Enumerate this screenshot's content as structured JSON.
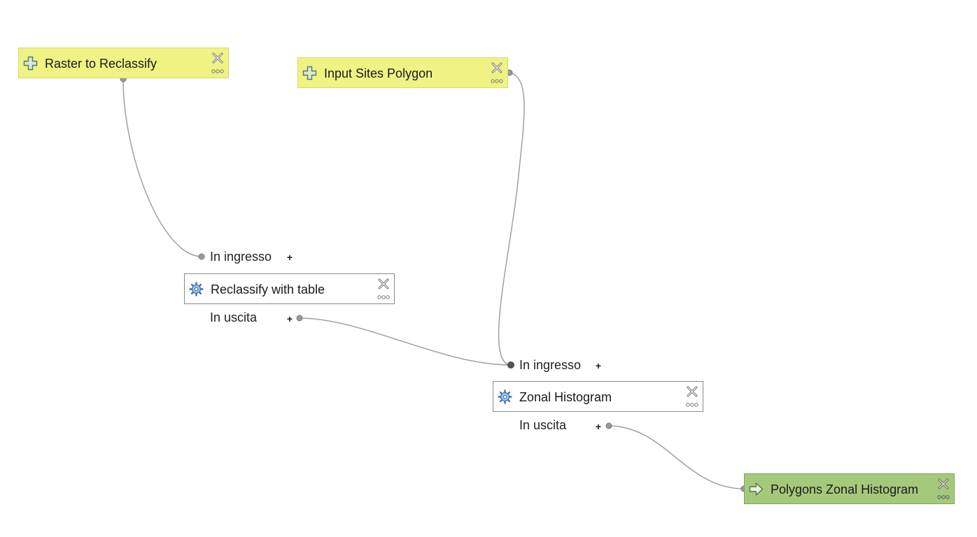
{
  "inputs": {
    "raster": {
      "label": "Raster to Reclassify"
    },
    "sites": {
      "label": "Input Sites Polygon"
    }
  },
  "algorithms": {
    "reclassify": {
      "label": "Reclassify with table",
      "in_label": "In ingresso",
      "out_label": "In uscita",
      "toggle": "+"
    },
    "zonal": {
      "label": "Zonal Histogram",
      "in_label": "In ingresso",
      "out_label": "In uscita",
      "toggle": "+"
    }
  },
  "outputs": {
    "zonal_out": {
      "label": "Polygons Zonal Histogram"
    }
  },
  "icons": {
    "input": "add-input-icon",
    "algorithm": "gear-icon",
    "output": "output-arrow-icon",
    "delete": "close-icon",
    "more": "more-options-icon"
  },
  "colors": {
    "input_fill": "#eef384",
    "output_fill": "#a5c97a",
    "algorithm_fill": "#ffffff",
    "connector": "#a0a0a0"
  }
}
